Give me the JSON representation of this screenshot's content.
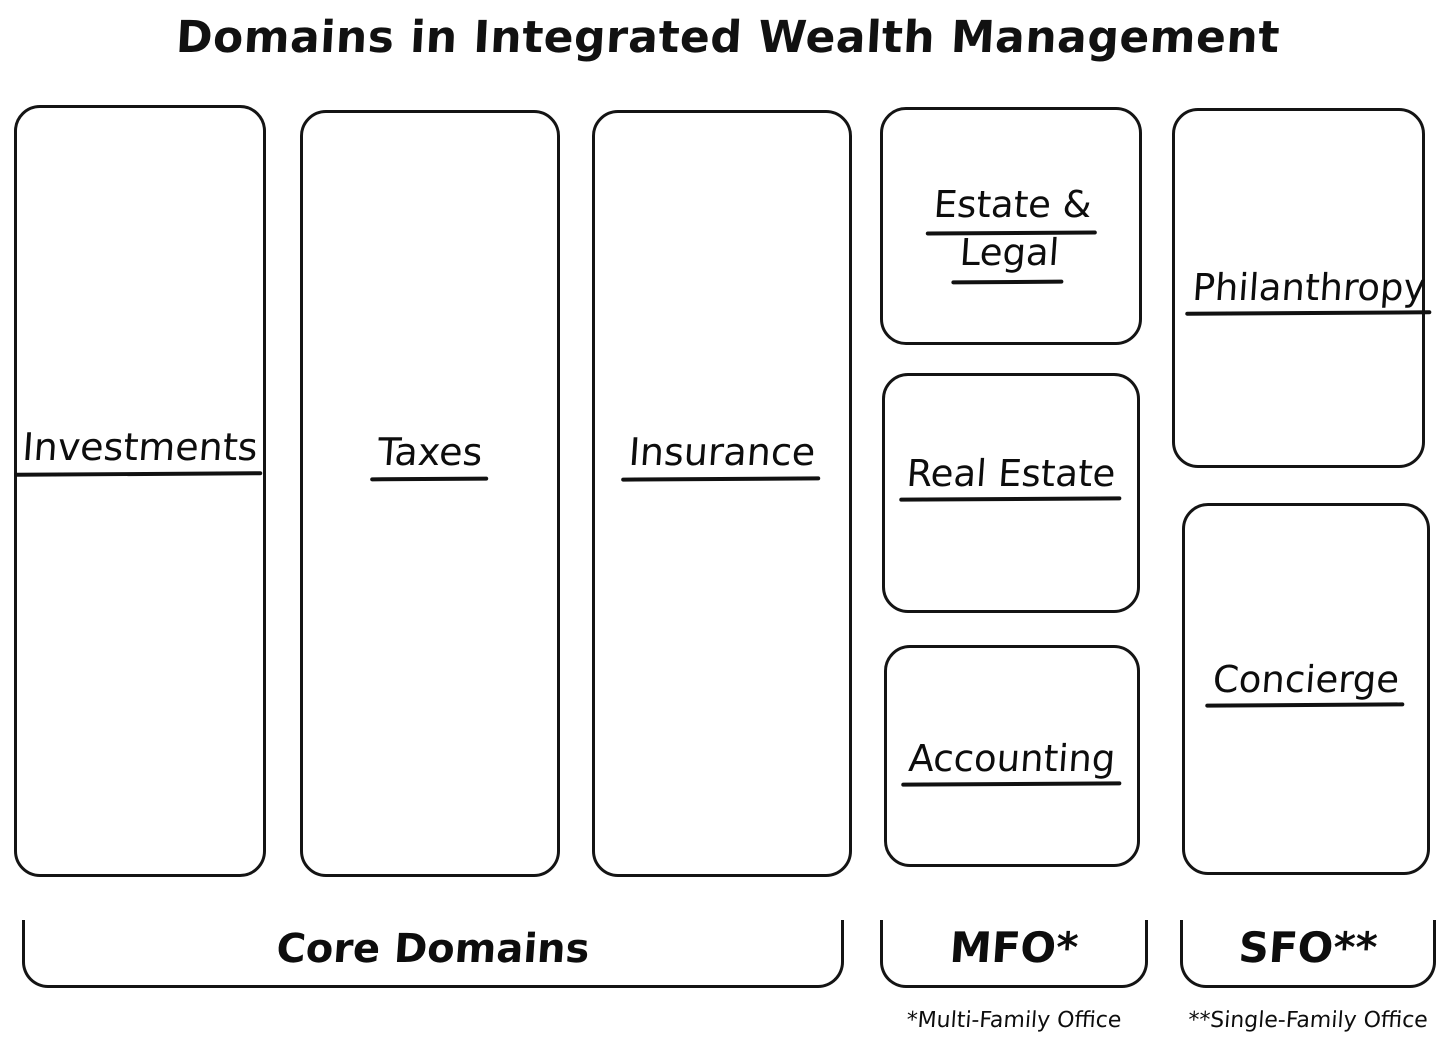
{
  "title": "Domains in Integrated Wealth Management",
  "style": {
    "background": "#ffffff",
    "ink": "#111111",
    "stroke": "#141414"
  },
  "core_domains": {
    "group_label": "Core Domains",
    "boxes": [
      {
        "label": "Investments",
        "underlined": true
      },
      {
        "label": "Taxes",
        "underlined": true
      },
      {
        "label": "Insurance",
        "underlined": true
      }
    ]
  },
  "mfo": {
    "group_label": "MFO*",
    "footnote": "*Multi-Family Office",
    "boxes": [
      {
        "label_line1": "Estate &",
        "label_line2": "Legal",
        "underlined": true
      },
      {
        "label": "Real Estate",
        "underlined": true
      },
      {
        "label": "Accounting",
        "underlined": true
      }
    ]
  },
  "sfo": {
    "group_label": "SFO**",
    "footnote": "**Single-Family Office",
    "boxes": [
      {
        "label": "Philanthropy",
        "underlined": true
      },
      {
        "label": "Concierge",
        "underlined": true
      }
    ]
  }
}
